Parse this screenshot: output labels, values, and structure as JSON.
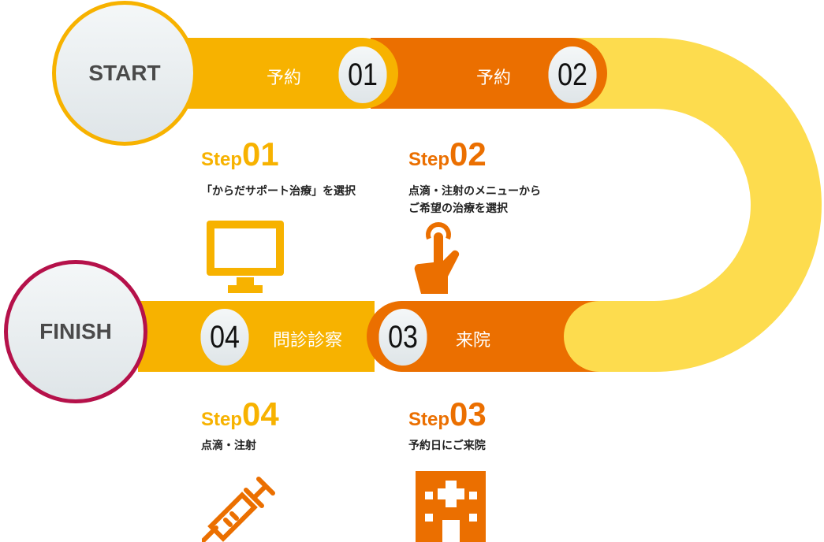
{
  "colors": {
    "yellow": "#f7b200",
    "orange": "#eb6f00",
    "light_yellow": "#fddc4e",
    "finish_border": "#b5114a"
  },
  "start_label": "START",
  "finish_label": "FINISH",
  "track": [
    {
      "num": "01",
      "label": "予約"
    },
    {
      "num": "02",
      "label": "予約"
    },
    {
      "num": "03",
      "label": "来院"
    },
    {
      "num": "04",
      "label": "問診診察"
    }
  ],
  "steps": [
    {
      "prefix": "Step",
      "num": "01",
      "lines": [
        "「からだサポート治療」を選択"
      ],
      "icon": "monitor-icon"
    },
    {
      "prefix": "Step",
      "num": "02",
      "lines": [
        "点滴・注射のメニューから",
        "ご希望の治療を選択"
      ],
      "icon": "tap-hand-icon"
    },
    {
      "prefix": "Step",
      "num": "03",
      "lines": [
        "予約日にご来院"
      ],
      "icon": "hospital-icon"
    },
    {
      "prefix": "Step",
      "num": "04",
      "lines": [
        "点滴・注射"
      ],
      "icon": "syringe-icon"
    }
  ]
}
